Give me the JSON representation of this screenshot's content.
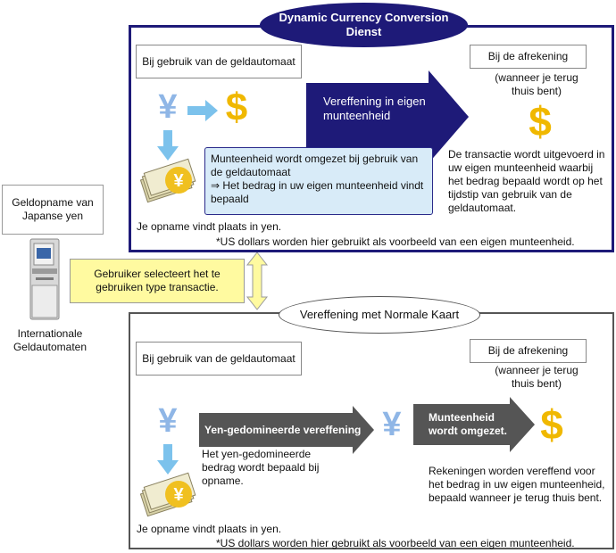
{
  "dcc": {
    "title": "Dynamic Currency Conversion Dienst",
    "atm_usage_box": "Bij gebruik van de geldautomaat",
    "settlement_box": "Bij de afrekening",
    "settlement_note": "(wanneer je terug thuis bent)",
    "arrow_label": "Vereffening in eigen munteenheid",
    "conversion_note": "Munteenheid wordt omgezet bij gebruik van de geldautomaat\n⇒ Het bedrag in uw eigen munteenheid vindt bepaald",
    "transaction_note": "De transactie wordt uitgevoerd in uw eigen munteenheid waarbij het bedrag bepaald wordt op het tijdstip van gebruik van de geldautomaat.",
    "withdrawal_note": "Je opname vindt plaats in yen.",
    "footnote": "*US dollars worden hier gebruikt als voorbeeld van een eigen munteenheid."
  },
  "normal": {
    "title": "Vereffening met Normale Kaart",
    "atm_usage_box": "Bij gebruik van de geldautomaat",
    "settlement_box": "Bij de afrekening",
    "settlement_note": "(wanneer je terug thuis bent)",
    "arrow1_label": "Yen-gedomineerde vereffening",
    "arrow2_label": "Munteenheid wordt omgezet.",
    "yen_amount_note": "Het yen-gedomineerde bedrag wordt bepaald bij opname.",
    "billing_note": "Rekeningen worden vereffend voor het bedrag in uw eigen munteenheid, bepaald wanneer je terug thuis bent.",
    "withdrawal_note": "Je opname vindt plaats in yen.",
    "footnote": "*US dollars worden hier gebruikt als voorbeeld van een eigen munteenheid."
  },
  "left": {
    "withdrawal_box": "Geldopname van Japanse yen",
    "atm_label": "Internationale Geldautomaten",
    "selection_note": "Gebruiker selecteert het te gebruiken type transactie."
  },
  "icons": {
    "yen": "¥",
    "dollar": "$"
  },
  "colors": {
    "navy": "#1e1a78",
    "light_blue": "#d8ebf8",
    "yellow_note": "#fffaa0",
    "gold": "#f0c020",
    "arrow_gray": "#555555"
  }
}
